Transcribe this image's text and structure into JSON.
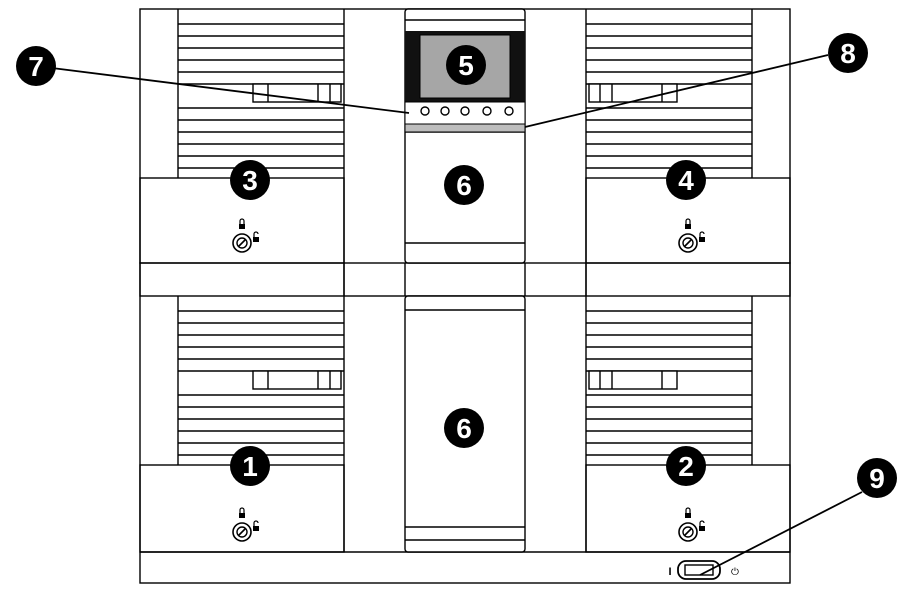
{
  "callouts": {
    "c1": "1",
    "c2": "2",
    "c3": "3",
    "c4": "4",
    "c5": "5",
    "c6_top": "6",
    "c6_bottom": "6",
    "c7": "7",
    "c8": "8",
    "c9": "9"
  },
  "power_switch": {
    "on_symbol": "I",
    "standby_symbol": "⏻"
  },
  "colors": {
    "line": "#000000",
    "panel": "#ffffff",
    "display_bezel": "#111111",
    "display_screen": "#a6a6a6",
    "button_strip": "#d8d8d8",
    "callout_fill": "#000000",
    "callout_text": "#ffffff"
  },
  "icons": {
    "lock": "key-lock-icon",
    "power": "power-switch-icon"
  }
}
